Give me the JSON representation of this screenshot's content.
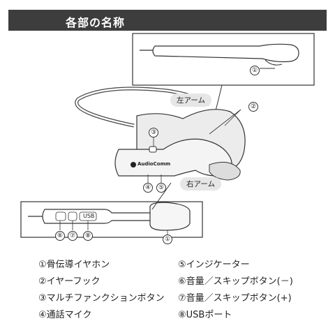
{
  "title": "各部の名称",
  "labels": {
    "left_arm": "左アーム",
    "right_arm": "右アーム",
    "brand": "AudioComm",
    "usb": "USB"
  },
  "markers": {
    "m1_top": "①",
    "m2": "②",
    "m3": "③",
    "m4": "④",
    "m5": "⑤",
    "m6": "⑥",
    "m7": "⑦",
    "m8": "⑧",
    "m1_bottom": "①"
  },
  "legend": [
    "①骨伝導イヤホン",
    "②イヤーフック",
    "③マルチファンクションボタン",
    "④通話マイク",
    "⑤インジケーター",
    "⑥音量／スキップボタン(－)",
    "⑦音量／スキップボタン(+)",
    "⑧USBポート"
  ]
}
